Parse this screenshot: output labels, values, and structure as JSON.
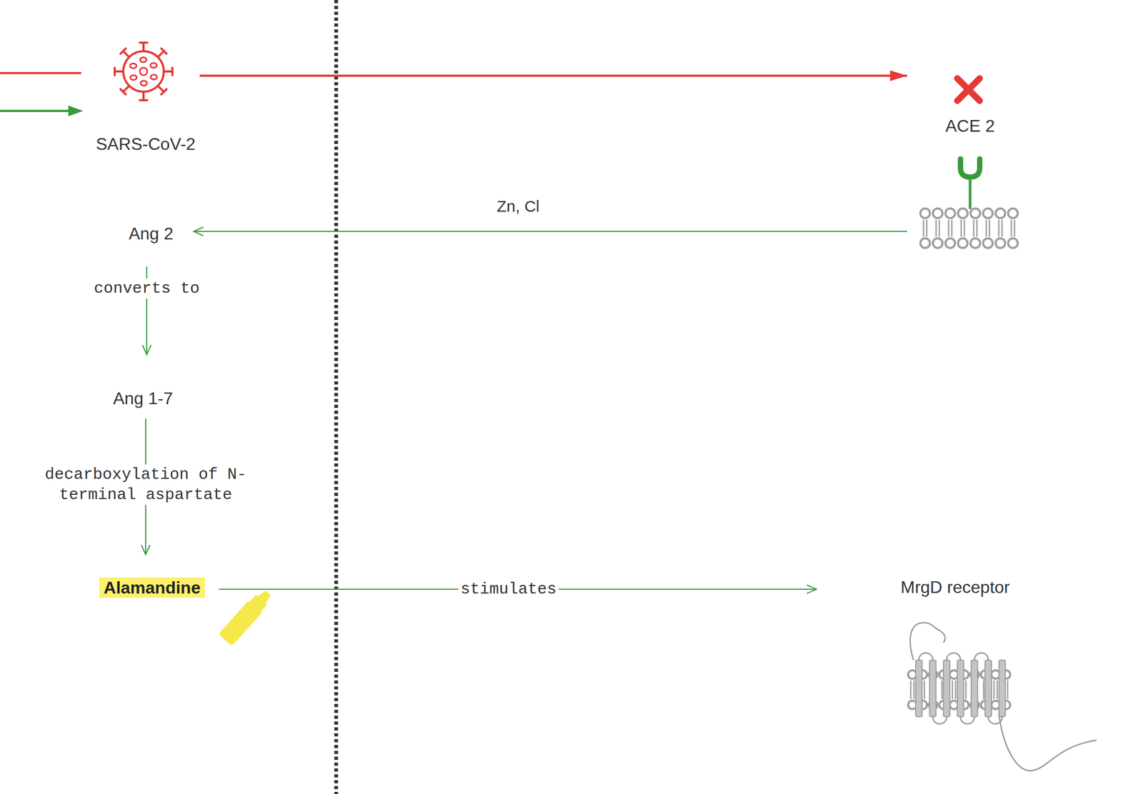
{
  "diagram": {
    "nodes": [
      {
        "text": [
          "SARS-CoV-2"
        ]
      },
      {
        "text": [
          "ACE 2"
        ]
      },
      {
        "text": [
          "Ang 2"
        ]
      },
      {
        "text": [
          "Ang 1-7"
        ]
      },
      {
        "text": [
          "Alamandine"
        ]
      },
      {
        "text": [
          "MrgD receptor"
        ]
      }
    ],
    "edges": [
      {
        "from": 0,
        "to": 1,
        "arrow": "to"
      },
      {
        "from": 1,
        "to": 2,
        "label": "Zn, Cl",
        "arrow": "to"
      },
      {
        "from": 2,
        "to": 3,
        "label": "converts to",
        "arrow": "to"
      },
      {
        "from": 3,
        "to": 4,
        "label": "decarboxylation of N-terminal aspartate",
        "arrow": "to"
      },
      {
        "from": 4,
        "to": 5,
        "label": "stimulates",
        "arrow": "to"
      }
    ]
  }
}
